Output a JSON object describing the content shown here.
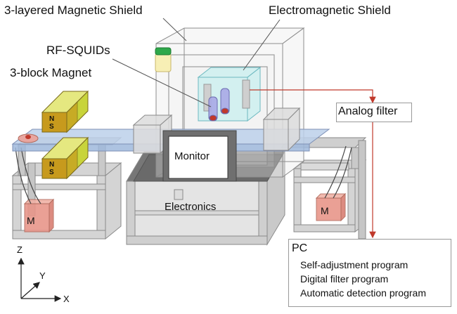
{
  "labels": {
    "magnetic_shield": "3-layered Magnetic Shield",
    "em_shield": "Electromagnetic Shield",
    "rf_squids": "RF-SQUIDs",
    "magnet": "3-block Magnet",
    "analog_filter": "Analog filter",
    "monitor": "Monitor",
    "electronics": "Electronics",
    "magnet_pole_n": "N",
    "magnet_pole_s": "S",
    "motor": "M"
  },
  "pc": {
    "title": "PC",
    "items": [
      "Self-adjustment program",
      "Digital filter program",
      "Automatic detection program"
    ]
  },
  "axes": {
    "z": "Z",
    "y": "Y",
    "x": "X"
  },
  "colors": {
    "magnet_yellow": "#c8d43a",
    "magnet_gold": "#c79a1d",
    "motor_pink": "#e8968a",
    "frame_grey": "#d2d2d2",
    "belt_blue": "#9fb8dc",
    "em_shield_cyan": "#b8ecec",
    "arrow_red": "#c0392b",
    "jar_green": "#2ea84a"
  }
}
